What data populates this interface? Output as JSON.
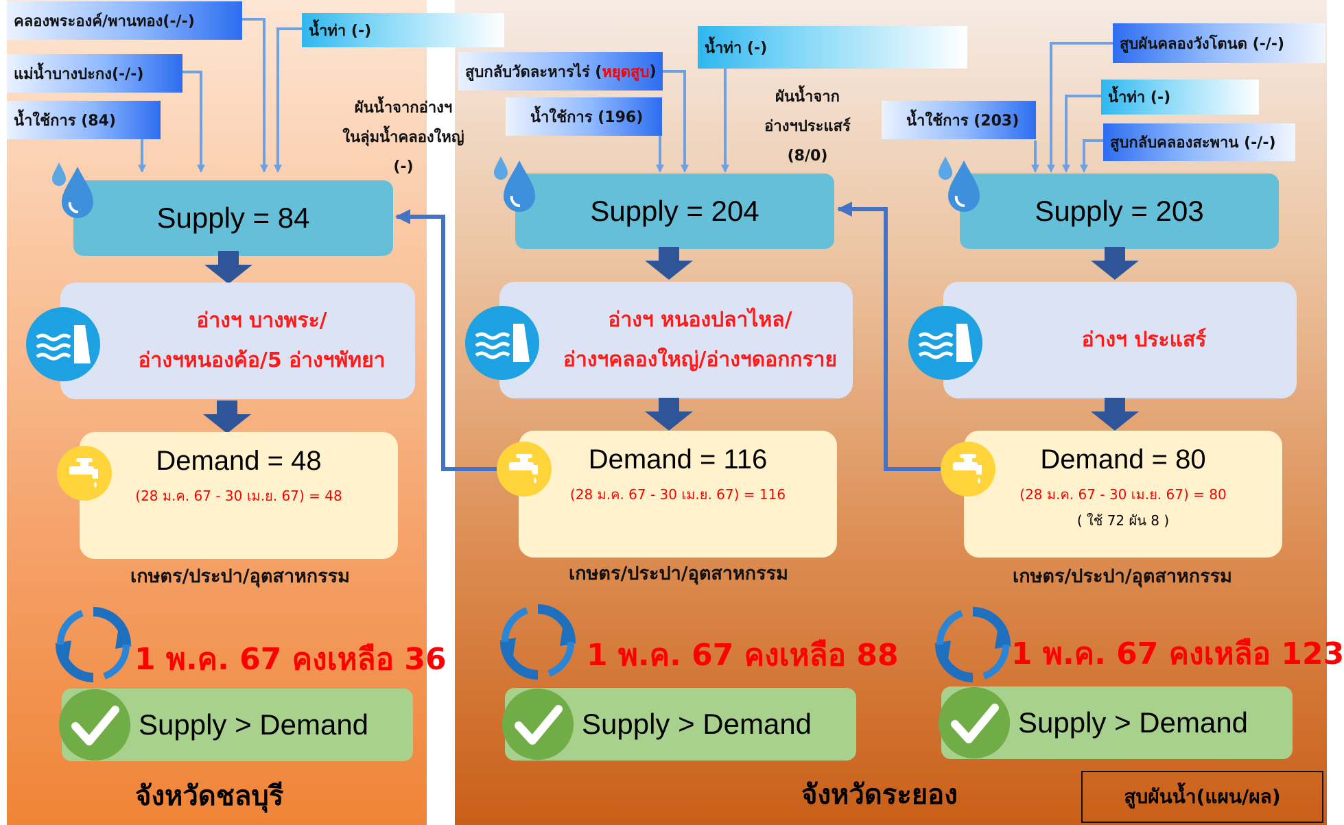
{
  "colors": {
    "supply_box": "#66bfd9",
    "reservoir_box": "#dbe3f5",
    "demand_box": "#fff2cc",
    "ok_box": "#a9d18e",
    "alert_red": "#ff0000",
    "arrow_blue": "#4472c4",
    "flow_arrow": "#2e5597"
  },
  "chonburi": {
    "sources": {
      "source_1": "คลองพระองค์/พานทอง(-/-)",
      "source_2": "แม่น้ำบางปะกง(-/-)",
      "source_3": "น้ำใช้การ (84)",
      "source_4": "น้ำท่า (-)"
    },
    "diversion_note": {
      "line1": "ผันน้ำจากอ่างฯ",
      "line2": "ในลุ่มน้ำคลองใหญ่",
      "line3": "(-)"
    },
    "supply": "Supply = 84",
    "reservoir": {
      "line1": "อ่างฯ บางพระ/",
      "line2": "อ่างฯหนองค้อ/5 อ่างฯพัทยา"
    },
    "demand": {
      "title": "Demand = 48",
      "period": "(28 ม.ค. 67 - 30 เม.ย. 67)  = 48"
    },
    "usage": "เกษตร/ประปา/อุตสาหกรรม",
    "remaining": "1 พ.ค. 67 คงเหลือ 36",
    "status": "Supply > Demand",
    "province": "จังหวัดชลบุรี"
  },
  "rayong_a": {
    "sources": {
      "pump_back_label": "สูบกลับวัดละหารไร่ (",
      "pump_back_status": "หยุดสูบ",
      "pump_back_close": ")",
      "usable": "น้ำใช้การ (196)",
      "runoff": "น้ำท่า (-)"
    },
    "diversion_note": {
      "line1": "ผันน้ำจาก",
      "line2": "อ่างฯประแสร์",
      "line3": "(8/0)"
    },
    "supply": "Supply = 204",
    "reservoir": {
      "line1": "อ่างฯ หนองปลาไหล/",
      "line2": "อ่างฯคลองใหญ่/อ่างฯดอกกราย"
    },
    "demand": {
      "title": "Demand  =  116",
      "period": "(28 ม.ค. 67 - 30 เม.ย. 67)  = 116"
    },
    "usage": "เกษตร/ประปา/อุตสาหกรรม",
    "remaining": "1 พ.ค. 67 คงเหลือ 88",
    "status": "Supply > Demand"
  },
  "rayong_b": {
    "sources": {
      "diversion": "สูบผันคลองวังโตนด (-/-)",
      "runoff": "น้ำท่า (-)",
      "usable": "น้ำใช้การ (203)",
      "pump_back": "สูบกลับคลองสะพาน (-/-)"
    },
    "supply": "Supply = 203",
    "reservoir": {
      "line1": "อ่างฯ ประแสร์"
    },
    "demand": {
      "title": "Demand   = 80",
      "period": "(28 ม.ค. 67 - 30 เม.ย. 67) = 80",
      "extra": "(  ใช้ 72 ผัน 8 )"
    },
    "usage": "เกษตร/ประปา/อุตสาหกรรม",
    "remaining": "1 พ.ค. 67 คงเหลือ 123",
    "status": "Supply > Demand"
  },
  "rayong_province": "จังหวัดระยอง",
  "legend": "สูบผันน้ำ(แผน/ผล)"
}
